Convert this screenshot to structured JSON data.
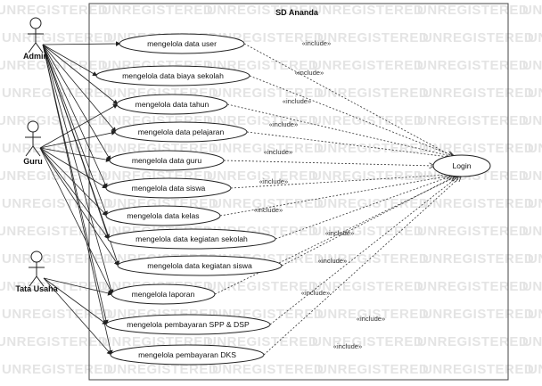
{
  "system": {
    "title": "SD Ananda"
  },
  "watermark_text": "UNREGISTERED",
  "actors": [
    {
      "id": "admin",
      "label": "Admin"
    },
    {
      "id": "guru",
      "label": "Guru"
    },
    {
      "id": "tata_usaha",
      "label": "Tata Usaha"
    }
  ],
  "use_cases": [
    {
      "id": "uc1",
      "label": "mengelola data user"
    },
    {
      "id": "uc2",
      "label": "mengelola data biaya sekolah"
    },
    {
      "id": "uc3",
      "label": "mengelola data tahun"
    },
    {
      "id": "uc4",
      "label": "mengelola data pelajaran"
    },
    {
      "id": "uc5",
      "label": "mengelola data guru"
    },
    {
      "id": "uc6",
      "label": "mengelola data siswa"
    },
    {
      "id": "uc7",
      "label": "mengelola data kelas"
    },
    {
      "id": "uc8",
      "label": "mengelola data kegiatan sekolah"
    },
    {
      "id": "uc9",
      "label": "mengelola data kegiatan siswa"
    },
    {
      "id": "uc10",
      "label": "mengelola laporan"
    },
    {
      "id": "uc11",
      "label": "mengelola pembayaran SPP & DSP"
    },
    {
      "id": "uc12",
      "label": "mengelola pembayaran DKS"
    }
  ],
  "login": {
    "id": "login",
    "label": "Login"
  },
  "include_label": "«include»",
  "associations": [
    [
      "admin",
      "uc1"
    ],
    [
      "admin",
      "uc2"
    ],
    [
      "admin",
      "uc3"
    ],
    [
      "admin",
      "uc4"
    ],
    [
      "admin",
      "uc5"
    ],
    [
      "admin",
      "uc6"
    ],
    [
      "admin",
      "uc7"
    ],
    [
      "admin",
      "uc8"
    ],
    [
      "admin",
      "uc9"
    ],
    [
      "admin",
      "uc10"
    ],
    [
      "admin",
      "uc11"
    ],
    [
      "admin",
      "uc12"
    ],
    [
      "guru",
      "uc3"
    ],
    [
      "guru",
      "uc4"
    ],
    [
      "guru",
      "uc5"
    ],
    [
      "guru",
      "uc6"
    ],
    [
      "guru",
      "uc7"
    ],
    [
      "guru",
      "uc8"
    ],
    [
      "guru",
      "uc9"
    ],
    [
      "guru",
      "uc10"
    ],
    [
      "tata_usaha",
      "uc10"
    ],
    [
      "tata_usaha",
      "uc11"
    ],
    [
      "tata_usaha",
      "uc12"
    ]
  ]
}
